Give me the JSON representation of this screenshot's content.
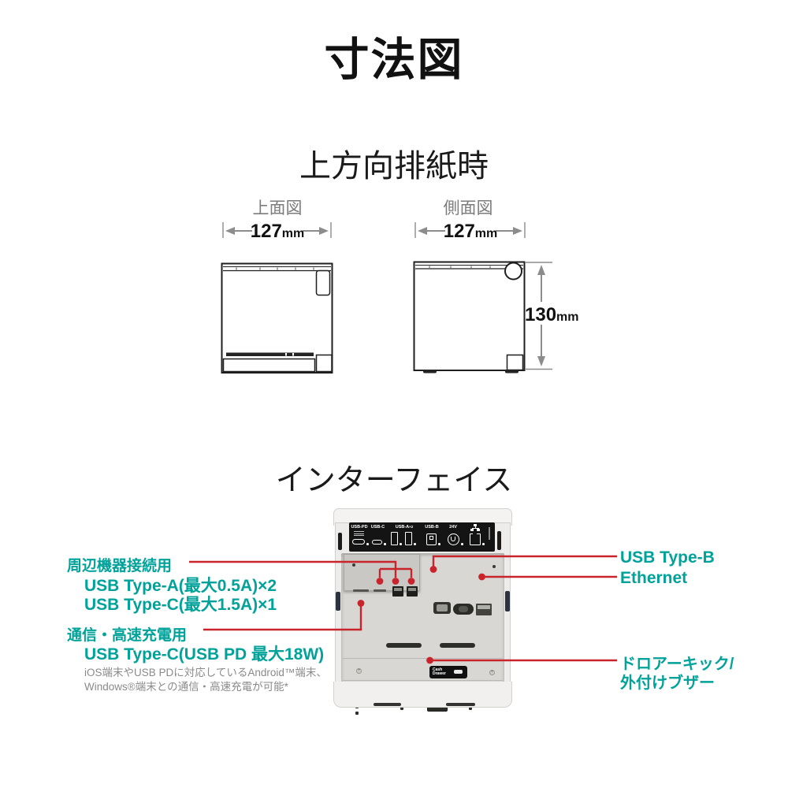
{
  "title": "寸法図",
  "upward_section": {
    "heading": "上方向排紙時",
    "top_view": {
      "label": "上面図",
      "width": "127",
      "width_unit": "mm"
    },
    "side_view": {
      "label": "側面図",
      "width": "127",
      "width_unit": "mm",
      "height": "130",
      "height_unit": "mm"
    }
  },
  "interface": {
    "heading": "インターフェイス",
    "rear_panel": {
      "usb_pd": "USB-PD",
      "usb_c": "USB-C",
      "usb_a": "USB-A",
      "usb_a_count": "×2",
      "usb_b": "USB-B",
      "power": "24V",
      "cash_drawer_line1": "Cash",
      "cash_drawer_line2": "Drawer"
    },
    "callout_peripheral": {
      "title": "周辺機器接続用",
      "line1": "USB Type-A(最大0.5A)×2",
      "line2": "USB Type-C(最大1.5A)×1"
    },
    "callout_charge": {
      "title": "通信・高速充電用",
      "line1": "USB Type-C(USB PD 最大18W)",
      "note1": "iOS端末やUSB PDに対応しているAndroid™端末、",
      "note2": "Windows®端末との通信・高速充電が可能*"
    },
    "callout_usb_b": "USB Type-B",
    "callout_ethernet": "Ethernet",
    "callout_drawer_line1": "ドロアーキック/",
    "callout_drawer_line2": "外付けブザー"
  },
  "colors": {
    "teal": "#00a29a",
    "red": "#c9242c",
    "dim_gray": "#8c8c8c",
    "label_gray": "#7d7d7d"
  }
}
